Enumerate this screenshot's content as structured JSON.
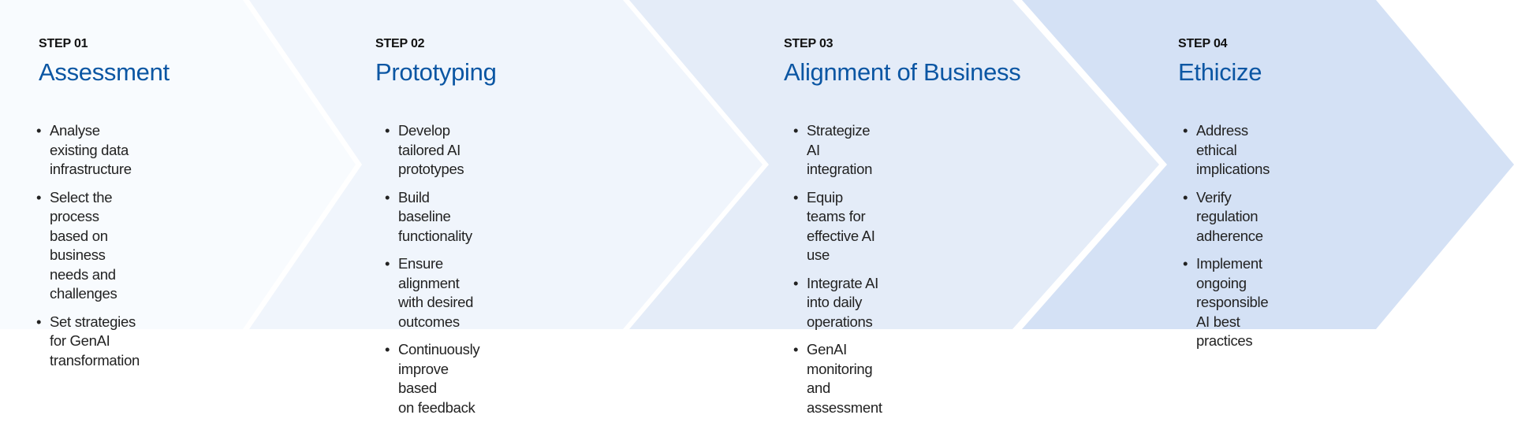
{
  "colors": {
    "panel1": "#f8fbfe",
    "panel2": "#f0f5fc",
    "panel3": "#e4ecf8",
    "panel4": "#d4e1f5",
    "title": "#0b56a3"
  },
  "steps": [
    {
      "label": "STEP 01",
      "title": "Assessment",
      "items": [
        "Analyse existing data\ninfrastructure",
        "Select the process based on\nbusiness needs and\nchallenges",
        "Set strategies for GenAI\ntransformation"
      ]
    },
    {
      "label": "STEP 02",
      "title": "Prototyping",
      "items": [
        "Develop tailored AI prototypes",
        "Build baseline functionality",
        "Ensure alignment with desired\noutcomes",
        "Continuously improve based\non feedback"
      ]
    },
    {
      "label": "STEP 03",
      "title": "Alignment of Business",
      "items": [
        "Strategize AI integration",
        "Equip teams for effective AI use",
        "Integrate AI into daily\noperations",
        "GenAI monitoring and\nassessment"
      ]
    },
    {
      "label": "STEP 04",
      "title": "Ethicize",
      "items": [
        "Address ethical implications",
        "Verify regulation adherence",
        "Implement ongoing responsible\nAI best practices"
      ]
    }
  ]
}
